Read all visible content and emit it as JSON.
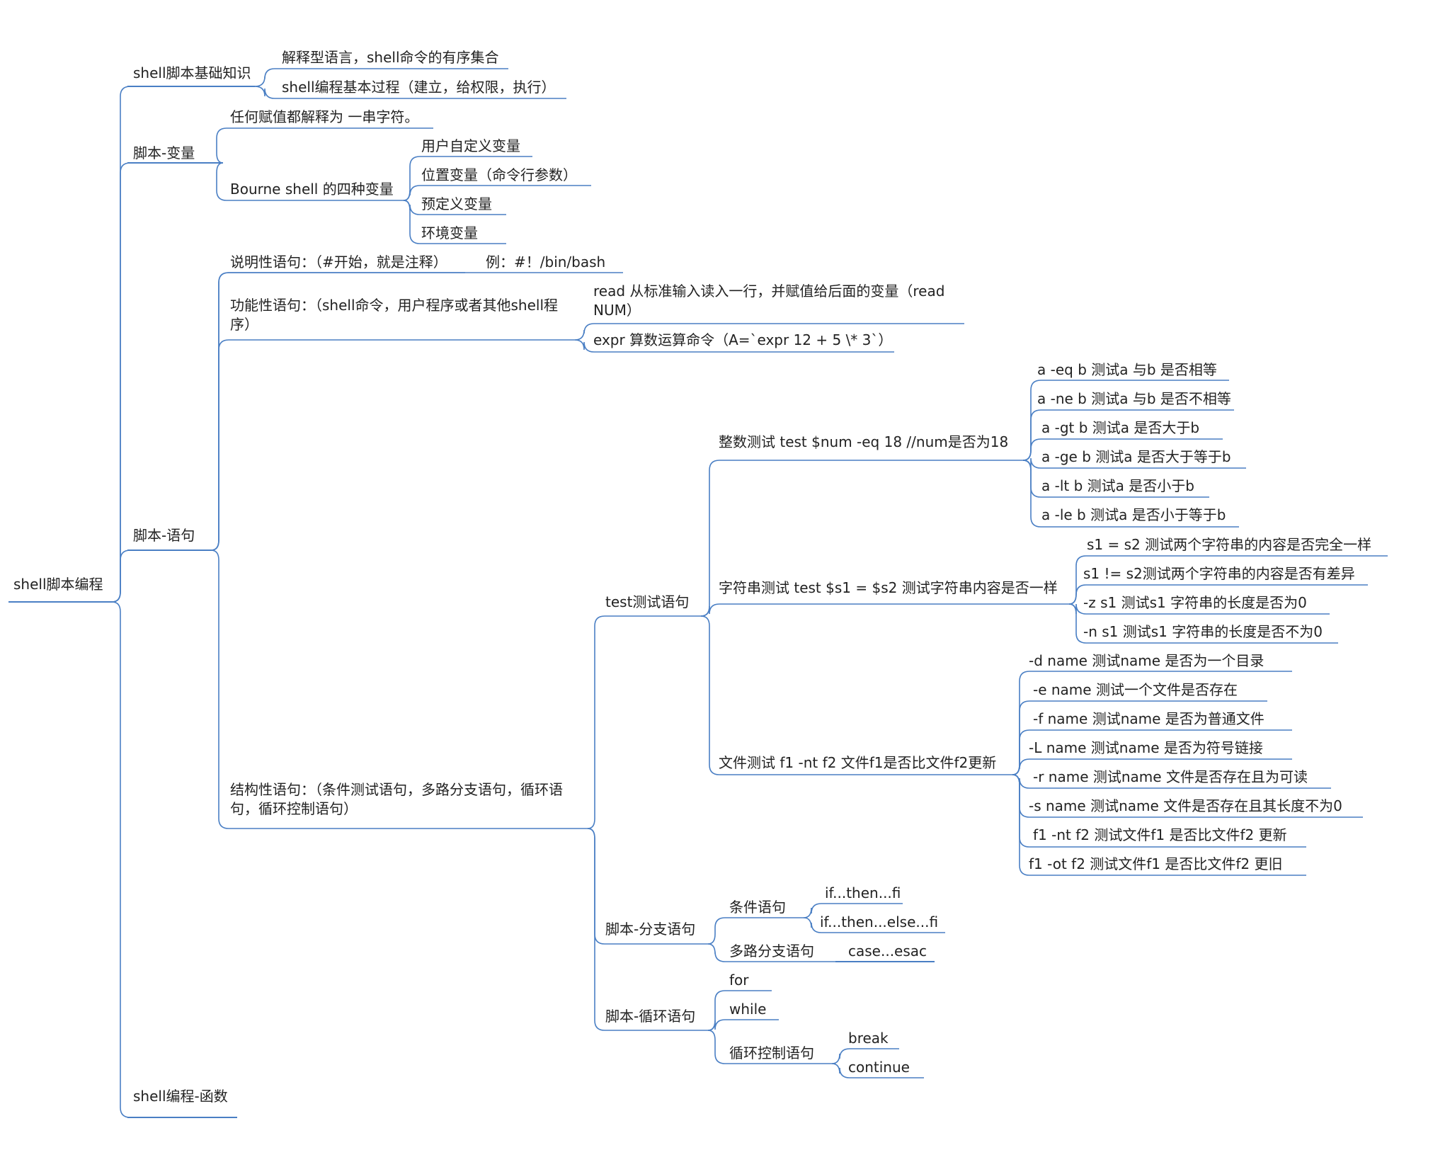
{
  "root": "shell脚本编程",
  "basics": {
    "label": "shell脚本基础知识",
    "items": [
      "解释型语言，shell命令的有序集合",
      "shell编程基本过程（建立，给权限，执行）"
    ]
  },
  "variables": {
    "label": "脚本-变量",
    "assign": "任何赋值都解释为 一串字符。",
    "bourne": "Bourne shell 的四种变量",
    "kinds": [
      "用户自定义变量",
      "位置变量（命令行参数）",
      "预定义变量",
      "环境变量"
    ]
  },
  "statements": {
    "label": "脚本-语句",
    "desc": "说明性语句：（#开始，就是注释）",
    "desc_example": "例：#！/bin/bash",
    "func": "功能性语句：（shell命令，用户程序或者其他shell程序）",
    "func_items": [
      "read 从标准输入读入一行，并赋值给后面的变量（read NUM）",
      "expr 算数运算命令（A=`expr 12 + 5 \\* 3`）"
    ],
    "struct": "结构性语句：（条件测试语句，多路分支语句，循环语句，循环控制语句）",
    "test": {
      "label": "test测试语句",
      "int_label": "整数测试 test $num -eq 18 //num是否为18",
      "int_items": [
        "a -eq b  测试a 与b 是否相等",
        "a -ne b  测试a 与b 是否不相等",
        "a -gt b  测试a 是否大于b",
        "a -ge b 测试a 是否大于等于b",
        "a -lt b 测试a 是否小于b",
        "a -le b 测试a 是否小于等于b"
      ],
      "str_label": "字符串测试 test $s1 = $s2 测试字符串内容是否一样",
      "str_items": [
        "s1 = s2 测试两个字符串的内容是否完全一样",
        "s1 != s2测试两个字符串的内容是否有差异",
        "-z s1 测试s1 字符串的长度是否为0",
        "-n s1 测试s1 字符串的长度是否不为0"
      ],
      "file_label": "文件测试 f1 -nt f2 文件f1是否比文件f2更新",
      "file_items": [
        "-d name    测试name 是否为一个目录",
        "-e name    测试一个文件是否存在",
        "-f name    测试name 是否为普通文件",
        "-L name    测试name 是否为符号链接",
        "-r name    测试name 文件是否存在且为可读",
        "-s name    测试name 文件是否存在且其长度不为0",
        "f1 -nt f2  测试文件f1 是否比文件f2 更新",
        "f1 -ot f2  测试文件f1 是否比文件f2 更旧"
      ]
    },
    "branch": {
      "label": "脚本-分支语句",
      "cond_label": "条件语句",
      "cond_items": [
        "if...then...fi",
        "if...then...else...fi"
      ],
      "multi_label": "多路分支语句",
      "multi_item": "case...esac"
    },
    "loop": {
      "label": "脚本-循环语句",
      "items": [
        "for",
        "while"
      ],
      "ctrl_label": "循环控制语句",
      "ctrl_items": [
        "break",
        "continue"
      ]
    }
  },
  "functions": "shell编程-函数",
  "colors": {
    "line": "#4a7fc4",
    "text": "#222222"
  }
}
